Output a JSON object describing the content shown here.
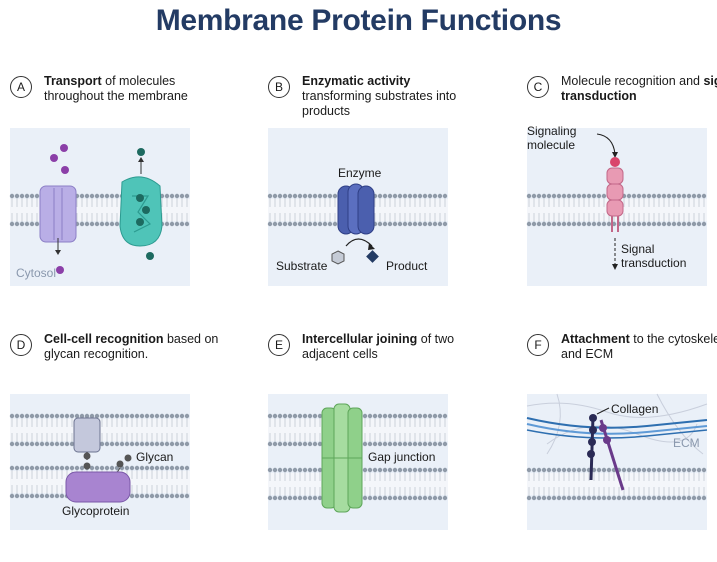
{
  "title": "Membrane Protein Functions",
  "panels": [
    {
      "letter": "A",
      "bold": "Transport",
      "rest": " of molecules throughout the membrane",
      "labels": {
        "cytosol": "Cytosol"
      }
    },
    {
      "letter": "B",
      "bold": "Enzymatic activity",
      "rest": " transforming substrates into products",
      "labels": {
        "enzyme": "Enzyme",
        "substrate": "Substrate",
        "product": "Product"
      }
    },
    {
      "letter": "C",
      "pre": "Molecule recognition and ",
      "bold": "signal transduction",
      "labels": {
        "signaling": "Signaling molecule",
        "transduction": "Signal transduction"
      }
    },
    {
      "letter": "D",
      "bold": "Cell-cell recognition",
      "rest": " based on glycan recognition.",
      "labels": {
        "glycan": "Glycan",
        "glycoprotein": "Glycoprotein"
      }
    },
    {
      "letter": "E",
      "bold": "Intercellular joining",
      "rest": " of two adjacent cells",
      "labels": {
        "gap": "Gap junction"
      }
    },
    {
      "letter": "F",
      "bold": "Attachment",
      "rest": " to the cytoskeleton and ECM",
      "labels": {
        "collagen": "Collagen",
        "ecm": "ECM"
      }
    }
  ],
  "colors": {
    "title": "#233b64",
    "membrane_bg": "#eaf0f8",
    "lipid": "#8f9aa8",
    "transporter": "#b9aee6",
    "carrier": "#4fc4b8",
    "enzyme": "#4b5fae",
    "receptor": "#e89ab3",
    "glycoprotein": "#a884d0",
    "gap_junction": "#8fd08a",
    "collagen": "#2e6fb0"
  }
}
